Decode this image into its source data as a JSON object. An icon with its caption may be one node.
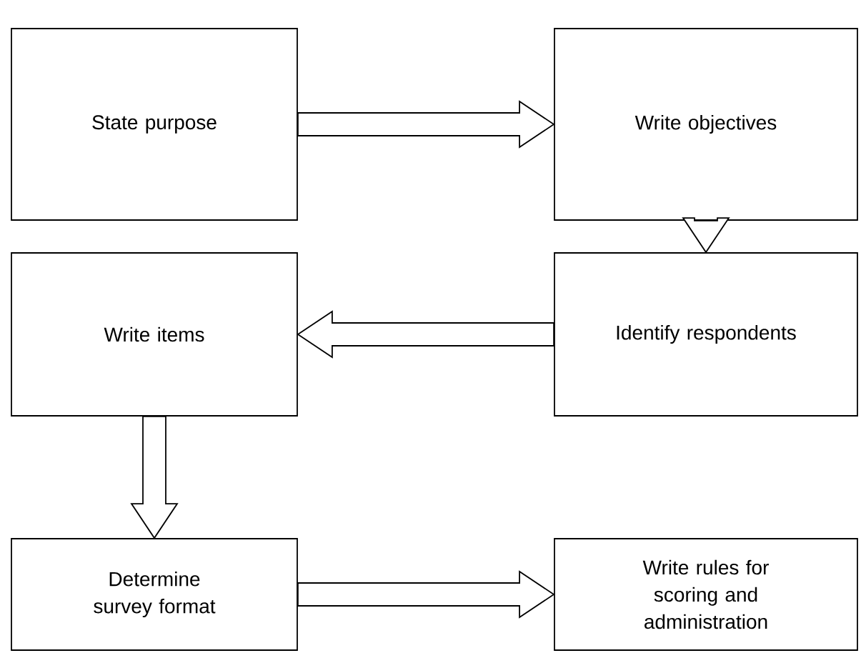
{
  "diagram": {
    "nodes": [
      {
        "text": [
          "State purpose"
        ]
      },
      {
        "text": [
          "Write objectives"
        ]
      },
      {
        "text": [
          "Write items"
        ]
      },
      {
        "text": [
          "Identify respondents"
        ]
      },
      {
        "text": [
          "Determine survey format"
        ]
      },
      {
        "text": [
          "Write rules for scoring and administration"
        ]
      }
    ],
    "edges": [
      {
        "from": 0,
        "to": 1,
        "arrow": "to"
      },
      {
        "from": 1,
        "to": 3,
        "arrow": "to"
      },
      {
        "from": 3,
        "to": 2,
        "arrow": "to"
      },
      {
        "from": 2,
        "to": 4,
        "arrow": "to"
      },
      {
        "from": 4,
        "to": 5,
        "arrow": "to"
      }
    ]
  }
}
